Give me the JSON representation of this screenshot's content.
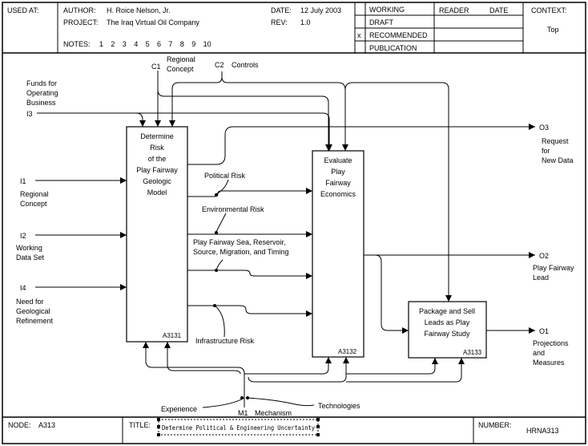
{
  "header": {
    "used_at_label": "USED AT:",
    "author_label": "AUTHOR:",
    "author_value": "H. Roice Nelson, Jr.",
    "project_label": "PROJECT:",
    "project_value": "The Iraq Virtual Oil Company",
    "notes_label": "NOTES:",
    "notes_numbers": [
      "1",
      "2",
      "3",
      "4",
      "5",
      "6",
      "7",
      "8",
      "9",
      "10"
    ],
    "date_label": "DATE:",
    "date_value": "12 July 2003",
    "rev_label": "REV:",
    "rev_value": "1.0",
    "status": [
      {
        "label": "WORKING",
        "checked": false
      },
      {
        "label": "DRAFT",
        "checked": false
      },
      {
        "label": "RECOMMENDED",
        "checked": true
      },
      {
        "label": "PUBLICATION",
        "checked": false
      }
    ],
    "check_mark": "x",
    "reader_label": "READER",
    "reader_date_label": "DATE",
    "context_label": "CONTEXT:",
    "context_value": "Top"
  },
  "footer": {
    "node_label": "NODE:",
    "node_value": "A313",
    "title_label": "TITLE:",
    "title_value": "Determine Political & Engineering Uncertainty",
    "number_label": "NUMBER:",
    "number_value": "HRNA313"
  },
  "boxes": {
    "a3131": {
      "lines": [
        "Determine",
        "Risk",
        "of the",
        "Play Fairway",
        "Geologic",
        "Model"
      ],
      "id": "A3131"
    },
    "a3132": {
      "lines": [
        "Evaluate",
        "Play",
        "Fairway",
        "Economics"
      ],
      "id": "A3132"
    },
    "a3133": {
      "lines": [
        "Package and Sell",
        "Leads as Play",
        "Fairway Study"
      ],
      "id": "A3133"
    }
  },
  "controls": {
    "c1": {
      "code": "C1",
      "lines": [
        "Regional",
        "Concept"
      ]
    },
    "c2": {
      "code": "C2",
      "lines": [
        "Controls"
      ]
    }
  },
  "inputs": {
    "i3": {
      "code": "I3",
      "lines": [
        "Funds for",
        "Operating",
        "Business"
      ]
    },
    "i1": {
      "code": "I1",
      "lines": [
        "Regional",
        "Concept"
      ]
    },
    "i2": {
      "code": "I2",
      "lines": [
        "Working",
        "Data Set"
      ]
    },
    "i4": {
      "code": "I4",
      "lines": [
        "Need for",
        "Geological",
        "Refinement"
      ]
    }
  },
  "outputs": {
    "o3": {
      "code": "O3",
      "lines": [
        "Request",
        "for",
        "New Data"
      ]
    },
    "o2": {
      "code": "O2",
      "lines": [
        "Play Fairway",
        "Lead"
      ]
    },
    "o1": {
      "code": "O1",
      "lines": [
        "Projections",
        "and",
        "Measures"
      ]
    }
  },
  "mechanisms": {
    "m1": {
      "code": "M1",
      "label": "Mechanism"
    },
    "experience": "Experience",
    "technologies": "Technologies"
  },
  "flows": {
    "political_risk": "Political Risk",
    "environmental_risk": "Environmental Risk",
    "play_fairway_lines": [
      "Play Fairway Sea, Reservoir,",
      "Source, Migration, and Timing"
    ],
    "infrastructure_risk": "Infrastructure Risk"
  }
}
